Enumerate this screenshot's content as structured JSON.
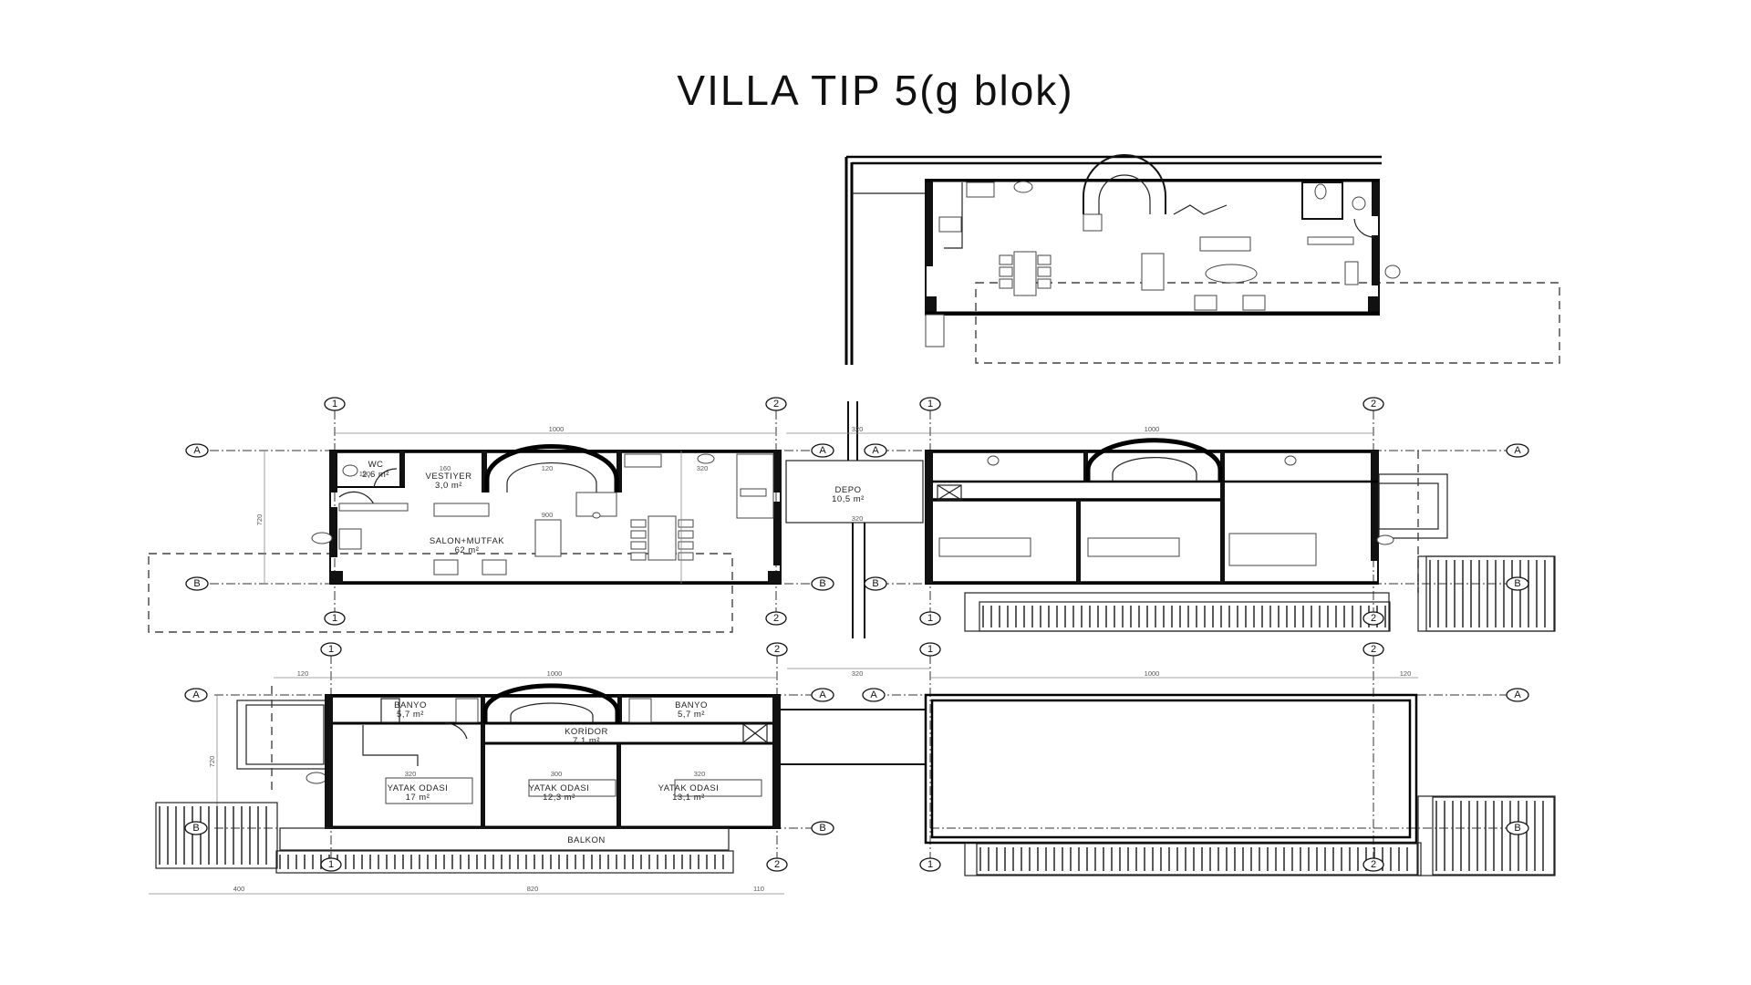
{
  "title": "VILLA TIP 5(g blok)",
  "grid": {
    "col1": "1",
    "col2": "2",
    "rowA": "A",
    "rowB": "B"
  },
  "ground_floor": {
    "rooms": [
      {
        "name": "WC",
        "area": "2,6 m²"
      },
      {
        "name": "VESTIYER",
        "area": "3,0 m²"
      },
      {
        "name": "SALON+MUTFAK",
        "area": "62 m²"
      },
      {
        "name": "DEPO",
        "area": "10,5 m²"
      }
    ],
    "dims": {
      "overall_width": "1000",
      "wc_width": "150",
      "vestiyer_width": "160",
      "stair_width": "120",
      "kitchen_width": "320",
      "salon_width": "900",
      "depth": "720",
      "depo_width_top": "320",
      "depo_width_bottom": "320"
    }
  },
  "first_floor": {
    "rooms": [
      {
        "name": "BANYO",
        "area": "5,7 m²"
      },
      {
        "name": "BANYO",
        "area": "5,7 m²"
      },
      {
        "name": "KORİDOR",
        "area": "7,1 m²"
      },
      {
        "name": "YATAK ODASI",
        "area": "17 m²"
      },
      {
        "name": "YATAK ODASI",
        "area": "12,3 m²"
      },
      {
        "name": "YATAK ODASI",
        "area": "13,1 m²"
      },
      {
        "name": "BALKON",
        "area": ""
      }
    ],
    "dims": {
      "overall_width": "1000",
      "left_overhang": "120",
      "gap_width": "320",
      "room1_width": "320",
      "room2_width": "300",
      "room3_width": "320",
      "depth": "720",
      "bottom_left": "400",
      "bottom_mid": "820",
      "bottom_right": "110"
    }
  },
  "roof": {
    "dims": {
      "overall_width": "1000",
      "right_overhang": "120"
    }
  }
}
